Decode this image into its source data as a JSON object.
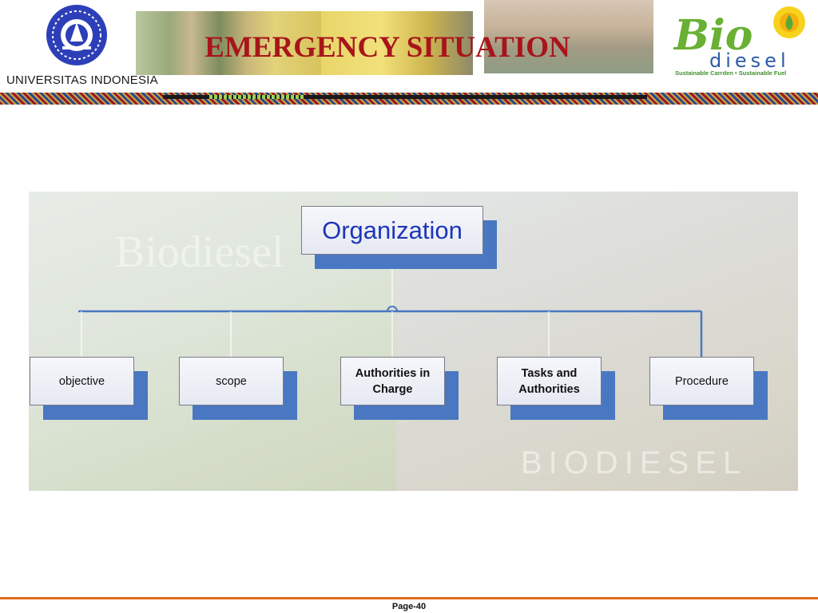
{
  "header": {
    "university": "UNIVERSITAS INDONESIA",
    "title": "EMERGENCY SITUATION",
    "brand_logo": {
      "word_bio": "Bio",
      "word_diesel": "diesel",
      "tagline": "Sustainable Carrden • Sustainable Fuel"
    },
    "university_logo_icon": "makara-emblem-icon"
  },
  "diagram": {
    "root": "Organization",
    "children": [
      {
        "label": "objective",
        "bold": false
      },
      {
        "label": "scope",
        "bold": false
      },
      {
        "label": "Authorities in Charge",
        "bold": true
      },
      {
        "label": "Tasks and Authorities",
        "bold": true
      },
      {
        "label": "Procedure",
        "bold": false
      }
    ],
    "watermarks": [
      "Biodiesel",
      "BIODIESEL"
    ]
  },
  "footer": {
    "page": "Page-40"
  },
  "colors": {
    "title": "#a8141b",
    "box_shadow": "#4a77c2",
    "connector": "#4a77c2",
    "root_text": "#1e36b8",
    "footer_line": "#e26b1b"
  }
}
